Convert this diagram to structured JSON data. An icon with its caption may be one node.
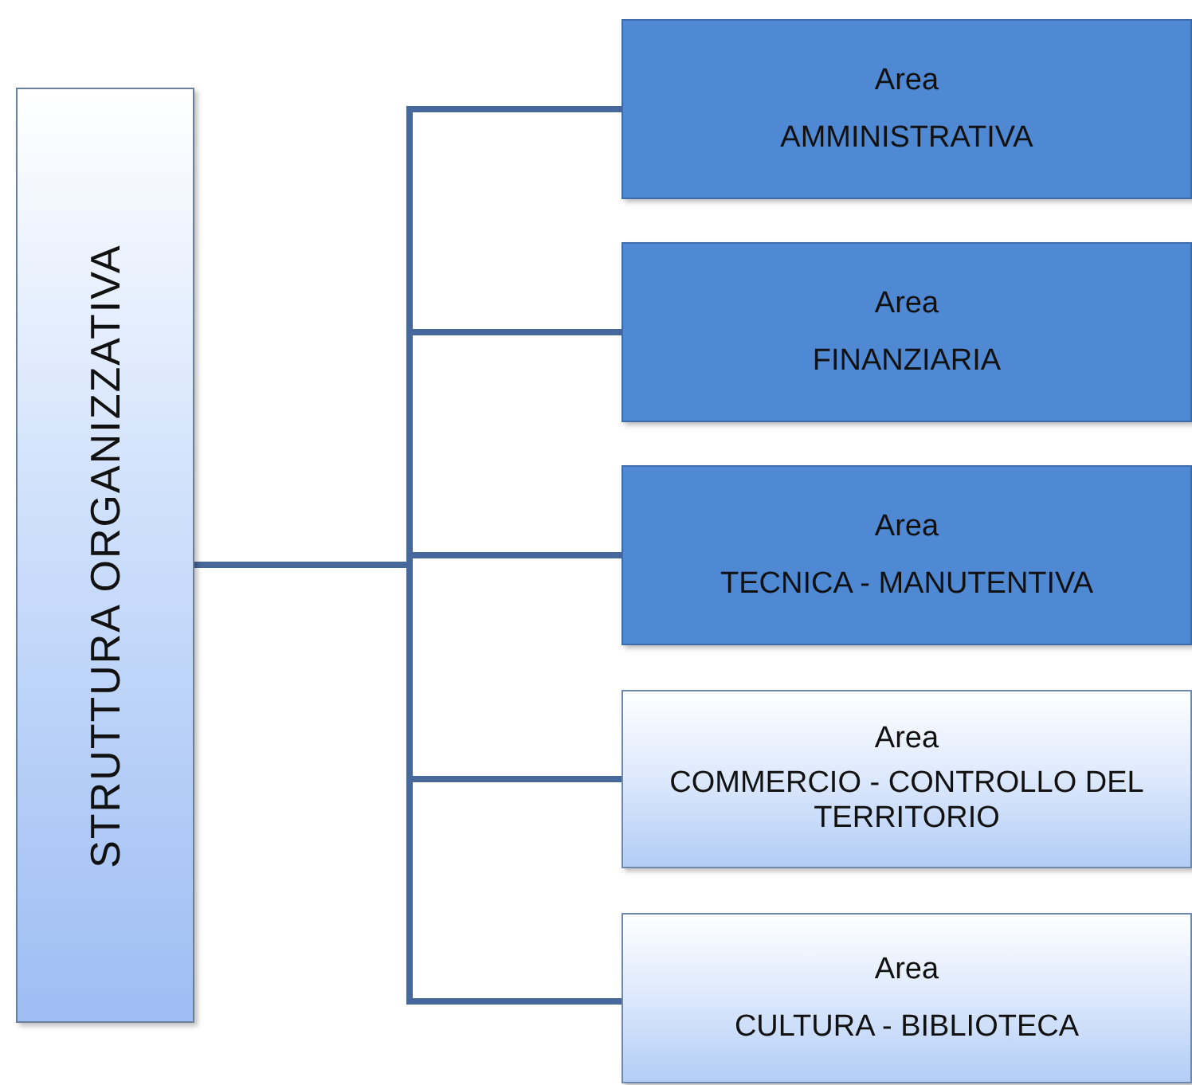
{
  "diagram": {
    "nodes": [
      {
        "text": [
          "STRUTTURA ORGANIZZATIVA"
        ]
      },
      {
        "text": [
          "Area",
          "AMMINISTRATIVA"
        ]
      },
      {
        "text": [
          "Area",
          "FINANZIARIA"
        ]
      },
      {
        "text": [
          "Area",
          "TECNICA - MANUTENTIVA"
        ]
      },
      {
        "text": [
          "Area",
          "COMMERCIO - CONTROLLO DEL TERRITORIO"
        ]
      },
      {
        "text": [
          "Area",
          "CULTURA - BIBLIOTECA"
        ]
      }
    ],
    "edges": [
      {
        "from": 0,
        "to": 1,
        "arrow": "none"
      },
      {
        "from": 0,
        "to": 2,
        "arrow": "none"
      },
      {
        "from": 0,
        "to": 3,
        "arrow": "none"
      },
      {
        "from": 0,
        "to": 4,
        "arrow": "none"
      },
      {
        "from": 0,
        "to": 5,
        "arrow": "none"
      }
    ]
  }
}
